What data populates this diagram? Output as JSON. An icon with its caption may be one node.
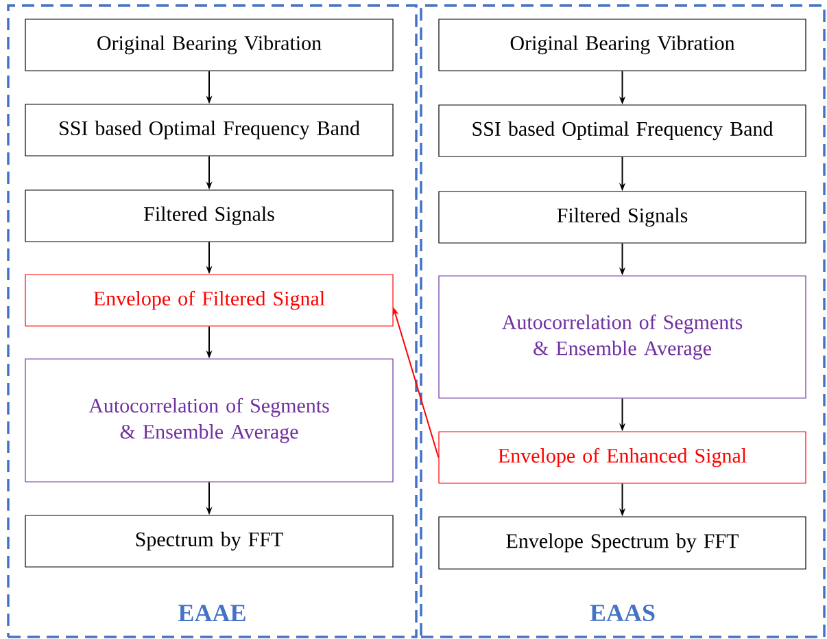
{
  "diagram": {
    "nodes": [
      {
        "text": [
          "EAAE"
        ]
      },
      {
        "text": [
          "Original Bearing Vibration"
        ],
        "in": 0
      },
      {
        "text": [
          "SSI based Optimal Frequency Band"
        ],
        "in": 0
      },
      {
        "text": [
          "Filtered Signals"
        ],
        "in": 0
      },
      {
        "text": [
          "Envelope of Filtered Signal"
        ],
        "in": 0
      },
      {
        "text": [
          "Autocorrelation of Segments & Ensemble Average"
        ],
        "in": 0
      },
      {
        "text": [
          "Spectrum by FFT"
        ],
        "in": 0
      },
      {
        "text": [
          "EAAS"
        ]
      },
      {
        "text": [
          "Original Bearing Vibration"
        ],
        "in": 7
      },
      {
        "text": [
          "SSI based Optimal Frequency Band"
        ],
        "in": 7
      },
      {
        "text": [
          "Filtered Signals"
        ],
        "in": 7
      },
      {
        "text": [
          "Autocorrelation of Segments & Ensemble Average"
        ],
        "in": 7
      },
      {
        "text": [
          "Envelope of Enhanced Signal"
        ],
        "in": 7
      },
      {
        "text": [
          "Envelope Spectrum by FFT"
        ],
        "in": 7
      }
    ],
    "edges": [
      {
        "from": 1,
        "to": 2,
        "arrow": "to"
      },
      {
        "from": 2,
        "to": 3,
        "arrow": "to"
      },
      {
        "from": 3,
        "to": 4,
        "arrow": "to"
      },
      {
        "from": 4,
        "to": 5,
        "arrow": "to"
      },
      {
        "from": 5,
        "to": 6,
        "arrow": "to"
      },
      {
        "from": 8,
        "to": 9,
        "arrow": "to"
      },
      {
        "from": 9,
        "to": 10,
        "arrow": "to"
      },
      {
        "from": 10,
        "to": 11,
        "arrow": "to"
      },
      {
        "from": 11,
        "to": 12,
        "arrow": "to"
      },
      {
        "from": 12,
        "to": 13,
        "arrow": "to"
      },
      {
        "from": 12,
        "to": 4,
        "arrow": "to",
        "color": "#ff0000"
      }
    ]
  }
}
